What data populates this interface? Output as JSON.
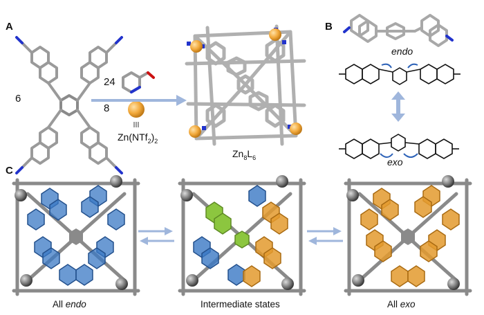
{
  "panels": {
    "a": "A",
    "b": "B",
    "c": "C"
  },
  "reaction": {
    "ligand_equiv": "6",
    "aldehyde_equiv": "24",
    "zinc_equiv": "8",
    "zinc_salt_prefix": "Zn(NTf",
    "zinc_salt_sub": "2",
    "zinc_salt_suffix": ")",
    "zinc_salt_sub2": "2",
    "product_prefix": "Zn",
    "product_sub1": "8",
    "product_mid": "L",
    "product_sub2": "6"
  },
  "panel_b": {
    "endo_label": "endo",
    "exo_label": "exo"
  },
  "panel_c": {
    "cap_endo_prefix": "All ",
    "cap_endo_italic": "endo",
    "cap_intermediate": "Intermediate states",
    "cap_exo_prefix": "All ",
    "cap_exo_italic": "exo"
  },
  "colors": {
    "endo": "#3a78c4",
    "exo": "#e39a2e",
    "switching": "#8cc63f",
    "framework": "#8a8a8a",
    "nitrogen": "#2233cc",
    "oxygen": "#cc1111",
    "zinc": "#f2a93b",
    "arrow": "#9fb6dc"
  }
}
